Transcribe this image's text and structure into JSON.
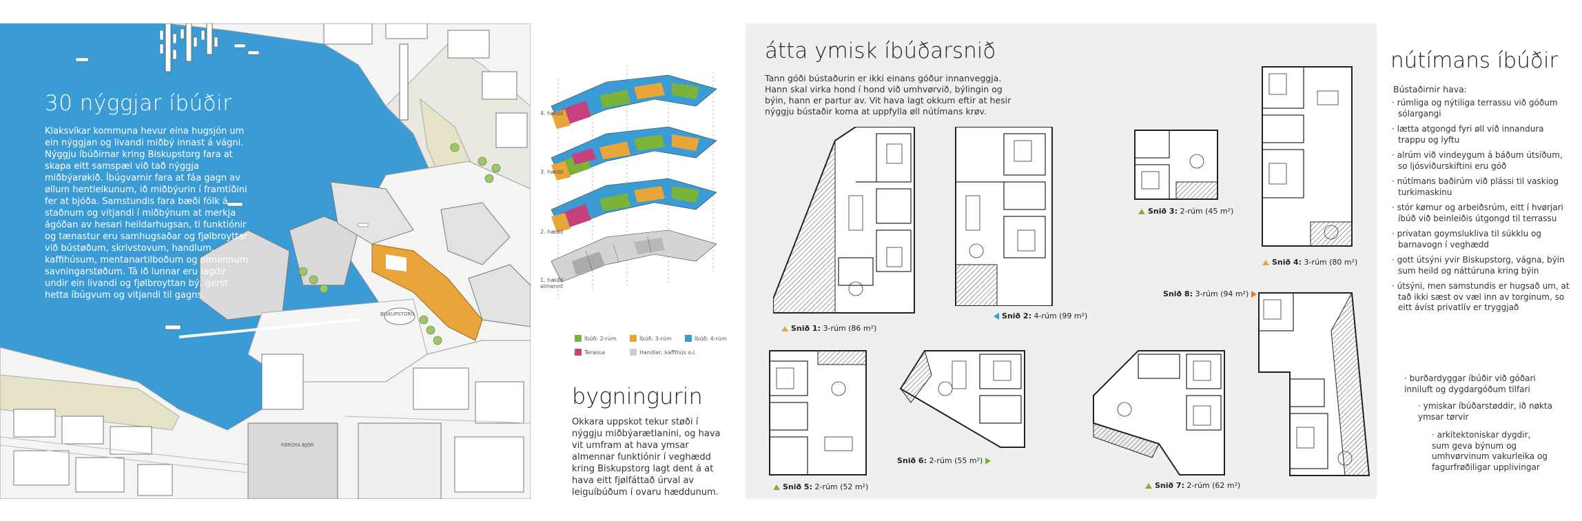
{
  "map": {
    "title": "30 nýggjar íbúðir",
    "body": "Klaksvíkar kommuna hevur eina hugsjón um ein nýggjan og livandi miðbý innast á vágni. Nýggju íbúðirnar kring Biskupstorg fara at skapa eitt samspæl við tað nýggja miðbýarøkið. Íbúgvarnir fara at fáa gagn av øllum hentleikunum, ið miðbýurin í framtíðini fer at bjóða. Samstundis fara bæði fólk á staðnum og vitjandi í miðbýnum at merkja ágóðan av hesari heildarhugsan, ti funktiónir og tænastur eru samhugsaðar og fjølbroyttar við bústøðum, skrivstovum, handlum, kaffihúsum, mentanartilboðum og almennum savningarstøðum. Tá ið lunnar eru lagdir undir ein livandi og fjølbroyttan bý, gerst hetta íbúgvum og vitjandi til gagns.",
    "square_label": "BISKUPSTORG",
    "building_label": "FØROYA BJÓR"
  },
  "stack": {
    "levels": [
      "4. hædd",
      "3. hædd",
      "2. hædd",
      "1. hædd almennt"
    ]
  },
  "legend": {
    "items": [
      {
        "label": "Íbúð: 2-rúm",
        "color": "#7bb33a"
      },
      {
        "label": "Íbúð: 3-rúm",
        "color": "#e8a53a"
      },
      {
        "label": "Íbúð: 4-rúm",
        "color": "#3a9bd5"
      },
      {
        "label": "Terassa",
        "color": "#c8417f"
      },
      {
        "label": "Handlar, kaffihús o.l.",
        "color": "#cccccc"
      }
    ]
  },
  "bygg": {
    "title": "bygningurin",
    "body": "Okkara uppskot tekur støði í nýggju miðbýarætlanini, og hava vit umfram at hava ymsar almennar funktiónir í veghædd kring Biskupstorg lagt dent á at hava eitt fjølfáttað úrval av leiguíbúðum í ovaru hæddunum."
  },
  "plans": {
    "title": "átta ymisk íbúðarsnið",
    "body": "Tann góði bústaðurin er ikki einans góður innanveggja. Hann skal virka hond í hond við umhvørvið, býlingin og býin, hann er partur av. Vit hava lagt okkum eftir at hesir nýggju bústaðir koma at uppfylla øll nútímans krøv.",
    "snid": [
      {
        "label": "Snið 1:",
        "desc": "3-rúm (86 m²)"
      },
      {
        "label": "Snið 2:",
        "desc": "4-rúm (99 m²)"
      },
      {
        "label": "Snið 3:",
        "desc": "2-rúm (45 m²)"
      },
      {
        "label": "Snið 4:",
        "desc": "3-rúm (80 m²)"
      },
      {
        "label": "Snið 5:",
        "desc": "2-rúm (52 m²)"
      },
      {
        "label": "Snið 6:",
        "desc": "2-rúm (55 m²)"
      },
      {
        "label": "Snið 7:",
        "desc": "2-rúm (62 m²)"
      },
      {
        "label": "Snið 8:",
        "desc": "3-rúm (94 m²)"
      }
    ]
  },
  "modern": {
    "title": "nútímans íbúðir",
    "intro": "Bústaðirnir hava:",
    "items": [
      "rúmliga og nýtiliga terrassu við góðum sólargangi",
      "lætta atgongd fyri øll við innandura trappu og lyftu",
      "alrúm við vindeygum á báðum útsíðum, so ljósviðurskiftini eru góð",
      "nútímans baðirúm við plássi til vaskiog turkimaskinu",
      "stór kømur og arbeiðsrúm, eitt í hvørjari íbúð við beinleiðis útgongd til terrassu",
      "privatan goymslukliva til súkklu og barnavogn í veghædd",
      "gott útsýni yvir Biskupstorg, vágna, býin sum heild og náttúruna kring býin",
      "útsýni, men samstundis er hugsað um, at tað ikki sæst ov væl inn av torginum, so eitt ávíst privatlív er tryggjað",
      "burðardyggar íbúðir við góðari inniluft og dygdargóðum tilfari",
      "ymiskar íbúðarstøddir, ið nøkta ymsar tørvir",
      "arkitektoniskar dygdir, sum geva býnum og umhvørvinum vakurleika og fagurfrøðiligar upplivingar"
    ]
  }
}
